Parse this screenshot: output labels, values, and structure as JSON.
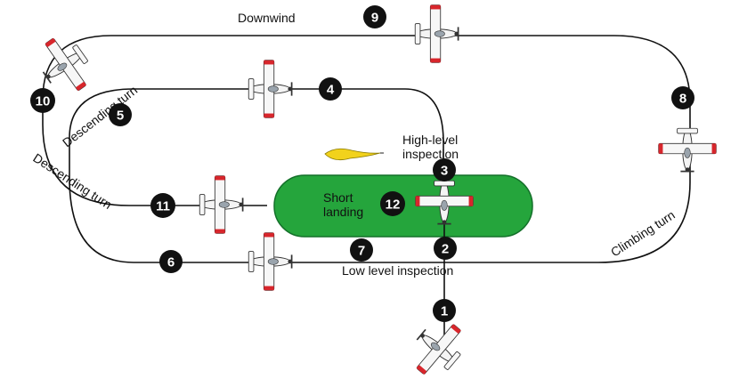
{
  "labels": {
    "downwind": "Downwind",
    "descending_turn_upper": "Descending turn",
    "descending_turn_lower": "Descending turn",
    "high_level_inspection_1": "High-level",
    "high_level_inspection_2": "inspection",
    "low_level_inspection": "Low level inspection",
    "short_landing_1": "Short",
    "short_landing_2": "landing",
    "climbing_turn": "Climbing turn"
  },
  "markers": [
    "1",
    "2",
    "3",
    "4",
    "5",
    "6",
    "7",
    "8",
    "9",
    "10",
    "11",
    "12"
  ],
  "colors": {
    "field": "#25a53c",
    "field_stroke": "#14702a",
    "marker": "#111111",
    "windsock": "#f2d21c",
    "wing_tip": "#d8262c"
  },
  "icons": [
    "airplane-icon",
    "windsock-icon"
  ]
}
